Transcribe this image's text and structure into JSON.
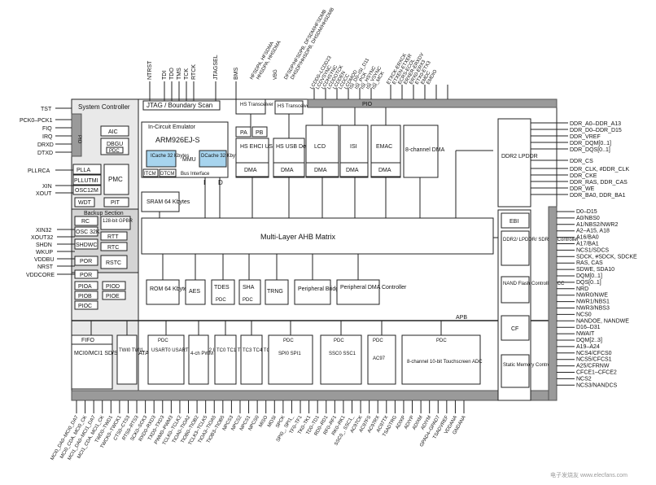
{
  "system_controller": {
    "title": "System Controller",
    "pio": "PIO",
    "aic": "AIC",
    "dbgu": "DBGU",
    "pdc": "PDC",
    "plla": "PLLA",
    "pllutmi": "PLLUTMI",
    "osc12m": "OSC12M",
    "pmc": "PMC",
    "wdt": "WDT",
    "pit": "PIT",
    "backup_section": "Backup Section",
    "rc": "RC",
    "gpbr": "128-bit GPBR",
    "osc32k": "OSC 32K",
    "rtt": "RTT",
    "shdwc": "SHDWC",
    "rtc": "RTC",
    "por1": "POR",
    "rstc": "RSTC",
    "por2": "POR",
    "pioa": "PIOA",
    "piod": "PIOD",
    "piob": "PIOB",
    "pioe": "PIOE",
    "pioc": "PIOC"
  },
  "left_signals": [
    "TST",
    "PCK0–PCK1",
    "FIQ",
    "IRQ",
    "DRXD",
    "DTXD",
    "PLLRCA",
    "XIN",
    "XOUT",
    "XIN32",
    "XOUT32",
    "SHDN",
    "WKUP",
    "VDDBU",
    "NRST",
    "VDDCORE"
  ],
  "top_signals": {
    "jtag": [
      "NTRST",
      "TDI",
      "TDO",
      "TMS",
      "TCK",
      "RTCK"
    ],
    "jtagsel": "JTAGSEL",
    "bms": "BMS",
    "hs1": [
      "HFSDPA, HFSDMA",
      "HHSDPA, HHSDMA"
    ],
    "vbg": "VBG",
    "hs2": [
      "DFSDP/HFSDPB, DFSDM/HFSDMB",
      "DHSDP/HHSDPB, DHSDM/HHSDMB"
    ],
    "lcd": [
      "LCDD0–LCDD23",
      "LCDVSYNC",
      "LCDHSYNC",
      "LCDDOTCK",
      "LCDDEN",
      "LCDCC",
      "LCDMOD"
    ],
    "isi": [
      "ISI_D0–ISI_D11",
      "ISI_PCK",
      "ISI_HSYNC",
      "ISI_VSYNC",
      "ISI_MCK"
    ],
    "emac": [
      "ETXCK-ERXCK",
      "ETXEN-ETXER",
      "ECRS-ECOL",
      "ERXER-ERXDV",
      "ERX0-ERX3",
      "ETX0-ETX3",
      "EMDC",
      "EMDIO"
    ]
  },
  "core": {
    "jtag_title": "JTAG / Boundary Scan",
    "ice": "In-Circuit Emulator",
    "cpu": "ARM926EJ-S",
    "icache": "ICache 32 Kbytes",
    "dcache": "DCache 32 Kbytes",
    "mmu": "MMU",
    "itcm": "ITCM",
    "dtcm": "DTCM",
    "bus_interface": "Bus Interface",
    "i": "I",
    "d": "D",
    "sram": "SRAM 64 Kbytes"
  },
  "transceivers": {
    "hs1": "HS Transceiver",
    "hs2": "HS Transceiver",
    "pa": "PA",
    "pb": "PB"
  },
  "peripherals_top": {
    "ehci": "HS EHCI USB Host",
    "usb_device": "HS USB Device",
    "lcd": "LCD",
    "isi": "ISI",
    "emac": "EMAC",
    "dma8": "8-channel DMA",
    "dma": "DMA",
    "pio": "PIO"
  },
  "ddr2": {
    "title": "DDR2 LPDDR",
    "signals": [
      "DDR_A0–DDR_A13",
      "DDR_D0–DDR_D15",
      "DDR_VREF",
      "DDR_DQM[0..1]",
      "DDR_DQS[0..1]",
      "DDR_CS",
      "DDR_CLK, #DDR_CLK",
      "DDR_CKE",
      "DDR_RAS, DDR_CAS",
      "DDR_WE",
      "DDR_BA0, DDR_BA1"
    ]
  },
  "ebi": {
    "ebi": "EBI",
    "ddr2_sdram": "DDR2/ LPDDR/ SDRAM Controller",
    "nand": "NAND Flash Controller ECC",
    "cf": "CF",
    "static": "Static Memory Controller",
    "signals": [
      "D0–D15",
      "A0/NBS0",
      "A1/NBS2/NWR2",
      "A2–A15, A18",
      "A16/BA0",
      "A17/BA1",
      "NCS1/SDCS",
      "SDCK, #SDCK, SDCKE",
      "RAS, CAS",
      "SDWE, SDA10",
      "DQM[0..1]",
      "DQS[0..1]",
      "NRD",
      "NWR0/NWE",
      "NWR1/NBS1",
      "NWR3/NBS3",
      "NCS0",
      "NANDOE, NANDWE",
      "D16–D31",
      "NWAIT",
      "DQM[2..3]",
      "A19–A24",
      "NCS4/CFCS0",
      "NCS5/CFCS1",
      "A25/CFRNW",
      "CFCE1–CFCE2",
      "NCS2",
      "NCS3/NANDCS"
    ]
  },
  "ahb": "Multi-Layer AHB Matrix",
  "apb": "APB",
  "peripherals_mid": {
    "rom": "ROM 64 Kbytes",
    "aes": "AES",
    "tdes": "TDES",
    "sha": "SHA",
    "trng": "TRNG",
    "bridge": "Peripheral Bridge",
    "pdma": "Peripheral DMA Controller",
    "pdc": "PDC"
  },
  "apb_blocks": {
    "fifo": "FIFO",
    "mci": "MCI0/MCI1 SD/SDIO CE ATA",
    "twi": "TWI0 TWI1",
    "usart": "USART0 USART1 USART2 USART3",
    "pwm": "4-ch PWM",
    "tc1": "TC0 TC1 TC2",
    "tc2": "TC3 TC4 TC5",
    "spi": "SPI0 SPI1",
    "ssc": "SSC0 SSC1",
    "ac97": "AC97",
    "adc": "8-channel 10-bit Touchscreen ADC",
    "pdc": "PDC"
  },
  "bottom_signals": [
    "MCI0_DA0–MCI0_DA7",
    "MCI0_CDA, MCI0_CK",
    "MCI1_DA0–MCI1_DA7",
    "MCI1_CDA, MCI1_CK",
    "TWD0–TWD1",
    "TWCK0–TWCK1",
    "CTS0–CTS3",
    "RTS0–RTS3",
    "SCK0–SCK3",
    "RXD0–RXD3",
    "TXD0–TXD3",
    "PWM0–PWM3",
    "TCLK0–TCLK2",
    "TIOA0–TIOA2",
    "TIOB0–TIOB2",
    "TCLK3–TCLK5",
    "TIOA3–TIOA5",
    "TIOB3–TIOB5",
    "NPCS3",
    "NPCS2",
    "NPCS1",
    "NPCS0",
    "MISO",
    "MOSI",
    "SPCK",
    "SPI0_, SPI1_",
    "TF0–TF1",
    "TK0–TK1",
    "TD0–TD1",
    "RD0–RD1",
    "RF0–RF1",
    "RK0–RK1",
    "SSC0_, SSC1_",
    "AC97CK",
    "AC97FS",
    "AC97RX",
    "AC97TX",
    "TSADTRG",
    "ADIXP",
    "ADIYP",
    "ADIXM",
    "ADIYM",
    "GPAD4–GPAD7",
    "TSADVREF",
    "VDDANA",
    "GNDANA"
  ],
  "watermark": "电子发烧友 www.elecfans.com"
}
